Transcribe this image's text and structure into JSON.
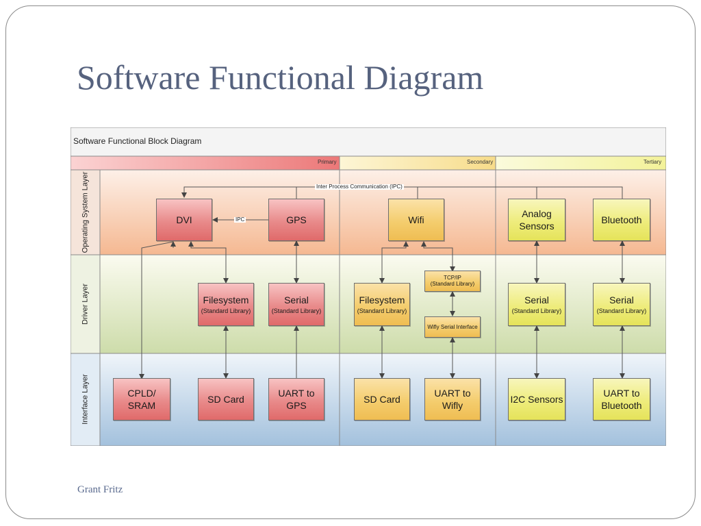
{
  "slide": {
    "title": "Software Functional Diagram",
    "footer": "Grant Fritz"
  },
  "diagram": {
    "title": "Software Functional Block Diagram",
    "bands": [
      "Primary",
      "Secondary",
      "Tertiary"
    ],
    "lanes": [
      "Operating System Layer",
      "Driver Layer",
      "Interface Layer"
    ],
    "connector_labels": {
      "ipc": "Inter Process Communication (IPC)",
      "ipc_short": "IPC"
    },
    "boxes": {
      "dvi": {
        "label": "DVI"
      },
      "gps": {
        "label": "GPS"
      },
      "wifi": {
        "label": "Wifi"
      },
      "analog": {
        "label": "Analog\nSensors"
      },
      "bluetooth": {
        "label": "Bluetooth"
      },
      "fs1": {
        "label": "Filesystem",
        "sub": "(Standard Library)"
      },
      "serial1": {
        "label": "Serial",
        "sub": "(Standard Library)"
      },
      "fs2": {
        "label": "Filesystem",
        "sub": "(Standard Library)"
      },
      "tcpip": {
        "label": "TCP/IP",
        "sub": "(Standard Library)"
      },
      "wifly_serial": {
        "label": "Wifly Serial Interface"
      },
      "serial3": {
        "label": "Serial",
        "sub": "(Standard Library)"
      },
      "serial4": {
        "label": "Serial",
        "sub": "(Standard Library)"
      },
      "cpld": {
        "label": "CPLD/\nSRAM"
      },
      "sd1": {
        "label": "SD Card"
      },
      "uart_gps": {
        "label": "UART to\nGPS"
      },
      "sd2": {
        "label": "SD Card"
      },
      "uart_wifly": {
        "label": "UART to\nWifly"
      },
      "i2c": {
        "label": "I2C Sensors"
      },
      "uart_bt": {
        "label": "UART to\nBluetooth"
      }
    },
    "colors": {
      "primary": "#e06a6a",
      "secondary": "#efbd52",
      "tertiary": "#e5e35a",
      "os_lane": "#f7c7a8",
      "driver_lane": "#d6e3b8",
      "interface_lane": "#b4cde3"
    }
  }
}
